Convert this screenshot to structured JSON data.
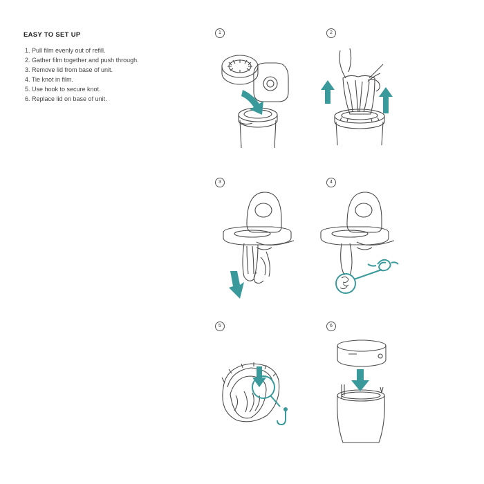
{
  "heading": "EASY TO SET UP",
  "steps": [
    "1. Pull film evenly out of refill.",
    "2. Gather film together and push through.",
    "3. Remove lid from base of unit.",
    "4. Tie knot in film.",
    "5. Use hook to secure knot.",
    "6. Replace lid on base of unit."
  ],
  "panels": [
    {
      "number": "1"
    },
    {
      "number": "2"
    },
    {
      "number": "3"
    },
    {
      "number": "4"
    },
    {
      "number": "5"
    },
    {
      "number": "6"
    }
  ],
  "colors": {
    "accent": "#3a9a9b",
    "line": "#4a4a4a",
    "text": "#333333"
  }
}
